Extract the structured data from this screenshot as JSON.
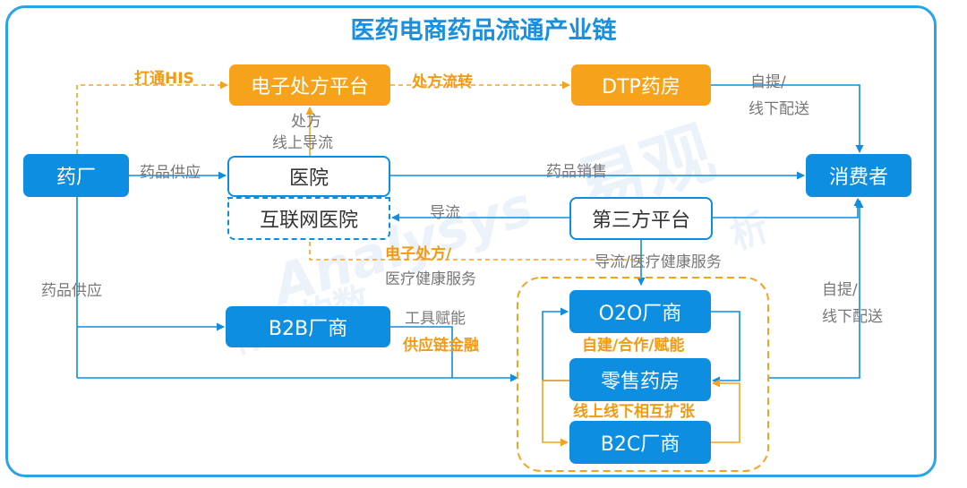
{
  "title": "医药电商药品流通产业链",
  "nodes": {
    "pharma": "药厂",
    "eprescription": "电子处方平台",
    "dtp": "DTP药房",
    "consumer": "消费者",
    "hospital": "医院",
    "internet_hospital": "互联网医院",
    "third_party": "第三方平台",
    "b2b": "B2B厂商",
    "o2o": "O2O厂商",
    "retail": "零售药房",
    "b2c": "B2C厂商"
  },
  "labels": {
    "open_his": "打通HIS",
    "prescription_flow": "处方流转",
    "self_pickup_1": "自提/",
    "offline_delivery_1": "线下配送",
    "prescription": "处方",
    "online_diversion": "线上导流",
    "drug_supply_1": "药品供应",
    "drug_sales": "药品销售",
    "diversion": "导流",
    "e_prescription_label": "电子处方/",
    "medical_health_service": "医疗健康服务",
    "diversion_health": "导流/医疗健康服务",
    "drug_supply_2": "药品供应",
    "self_pickup_2": "自提/",
    "offline_delivery_2": "线下配送",
    "tool_empower": "工具赋能",
    "supply_chain_finance": "供应链金融",
    "self_build": "自建/合作/赋能",
    "online_offline": "线上线下相互扩张"
  },
  "watermark": {
    "brand": "易观",
    "latin": "Analysys",
    "cn_tail": "析",
    "cn_sub": "你要的数"
  },
  "colors": {
    "blue": "#0d8ee0",
    "orange": "#f7a21b",
    "frame": "#2aa3e8",
    "title": "#1a8fe0",
    "label_gray": "#777777"
  }
}
